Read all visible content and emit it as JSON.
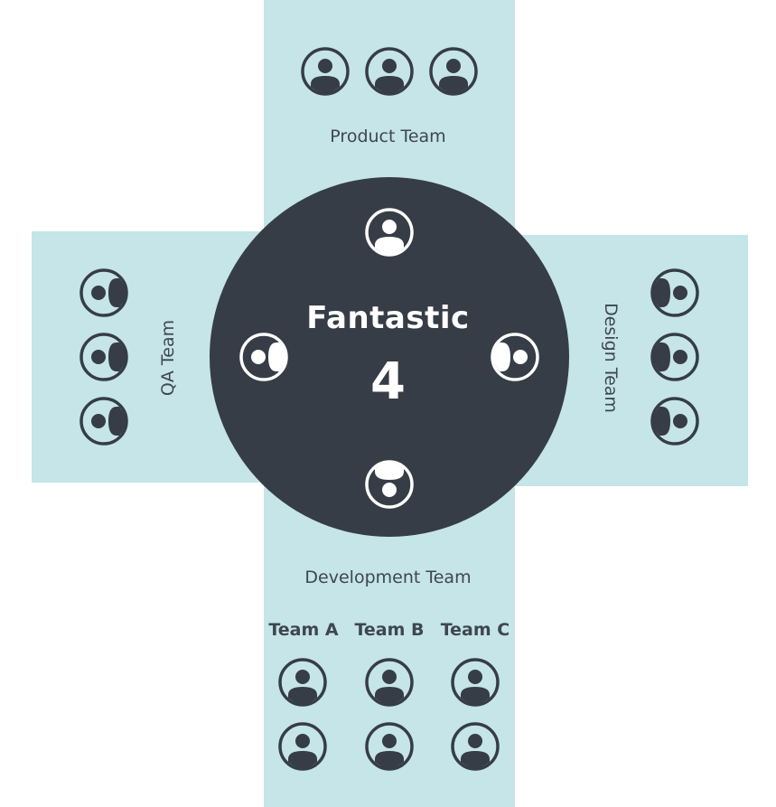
{
  "title": "Fantastic",
  "number": "4",
  "teams": {
    "product": "Product Team",
    "qa": "QA Team",
    "design": "Design Team",
    "development": "Development Team"
  },
  "subteams": [
    "Team A",
    "Team B",
    "Team C"
  ],
  "icon": "person-icon",
  "colors": {
    "band": "#c5e5e8",
    "hub": "#363d47",
    "icon": "#363d47",
    "text": "#3f4650"
  }
}
